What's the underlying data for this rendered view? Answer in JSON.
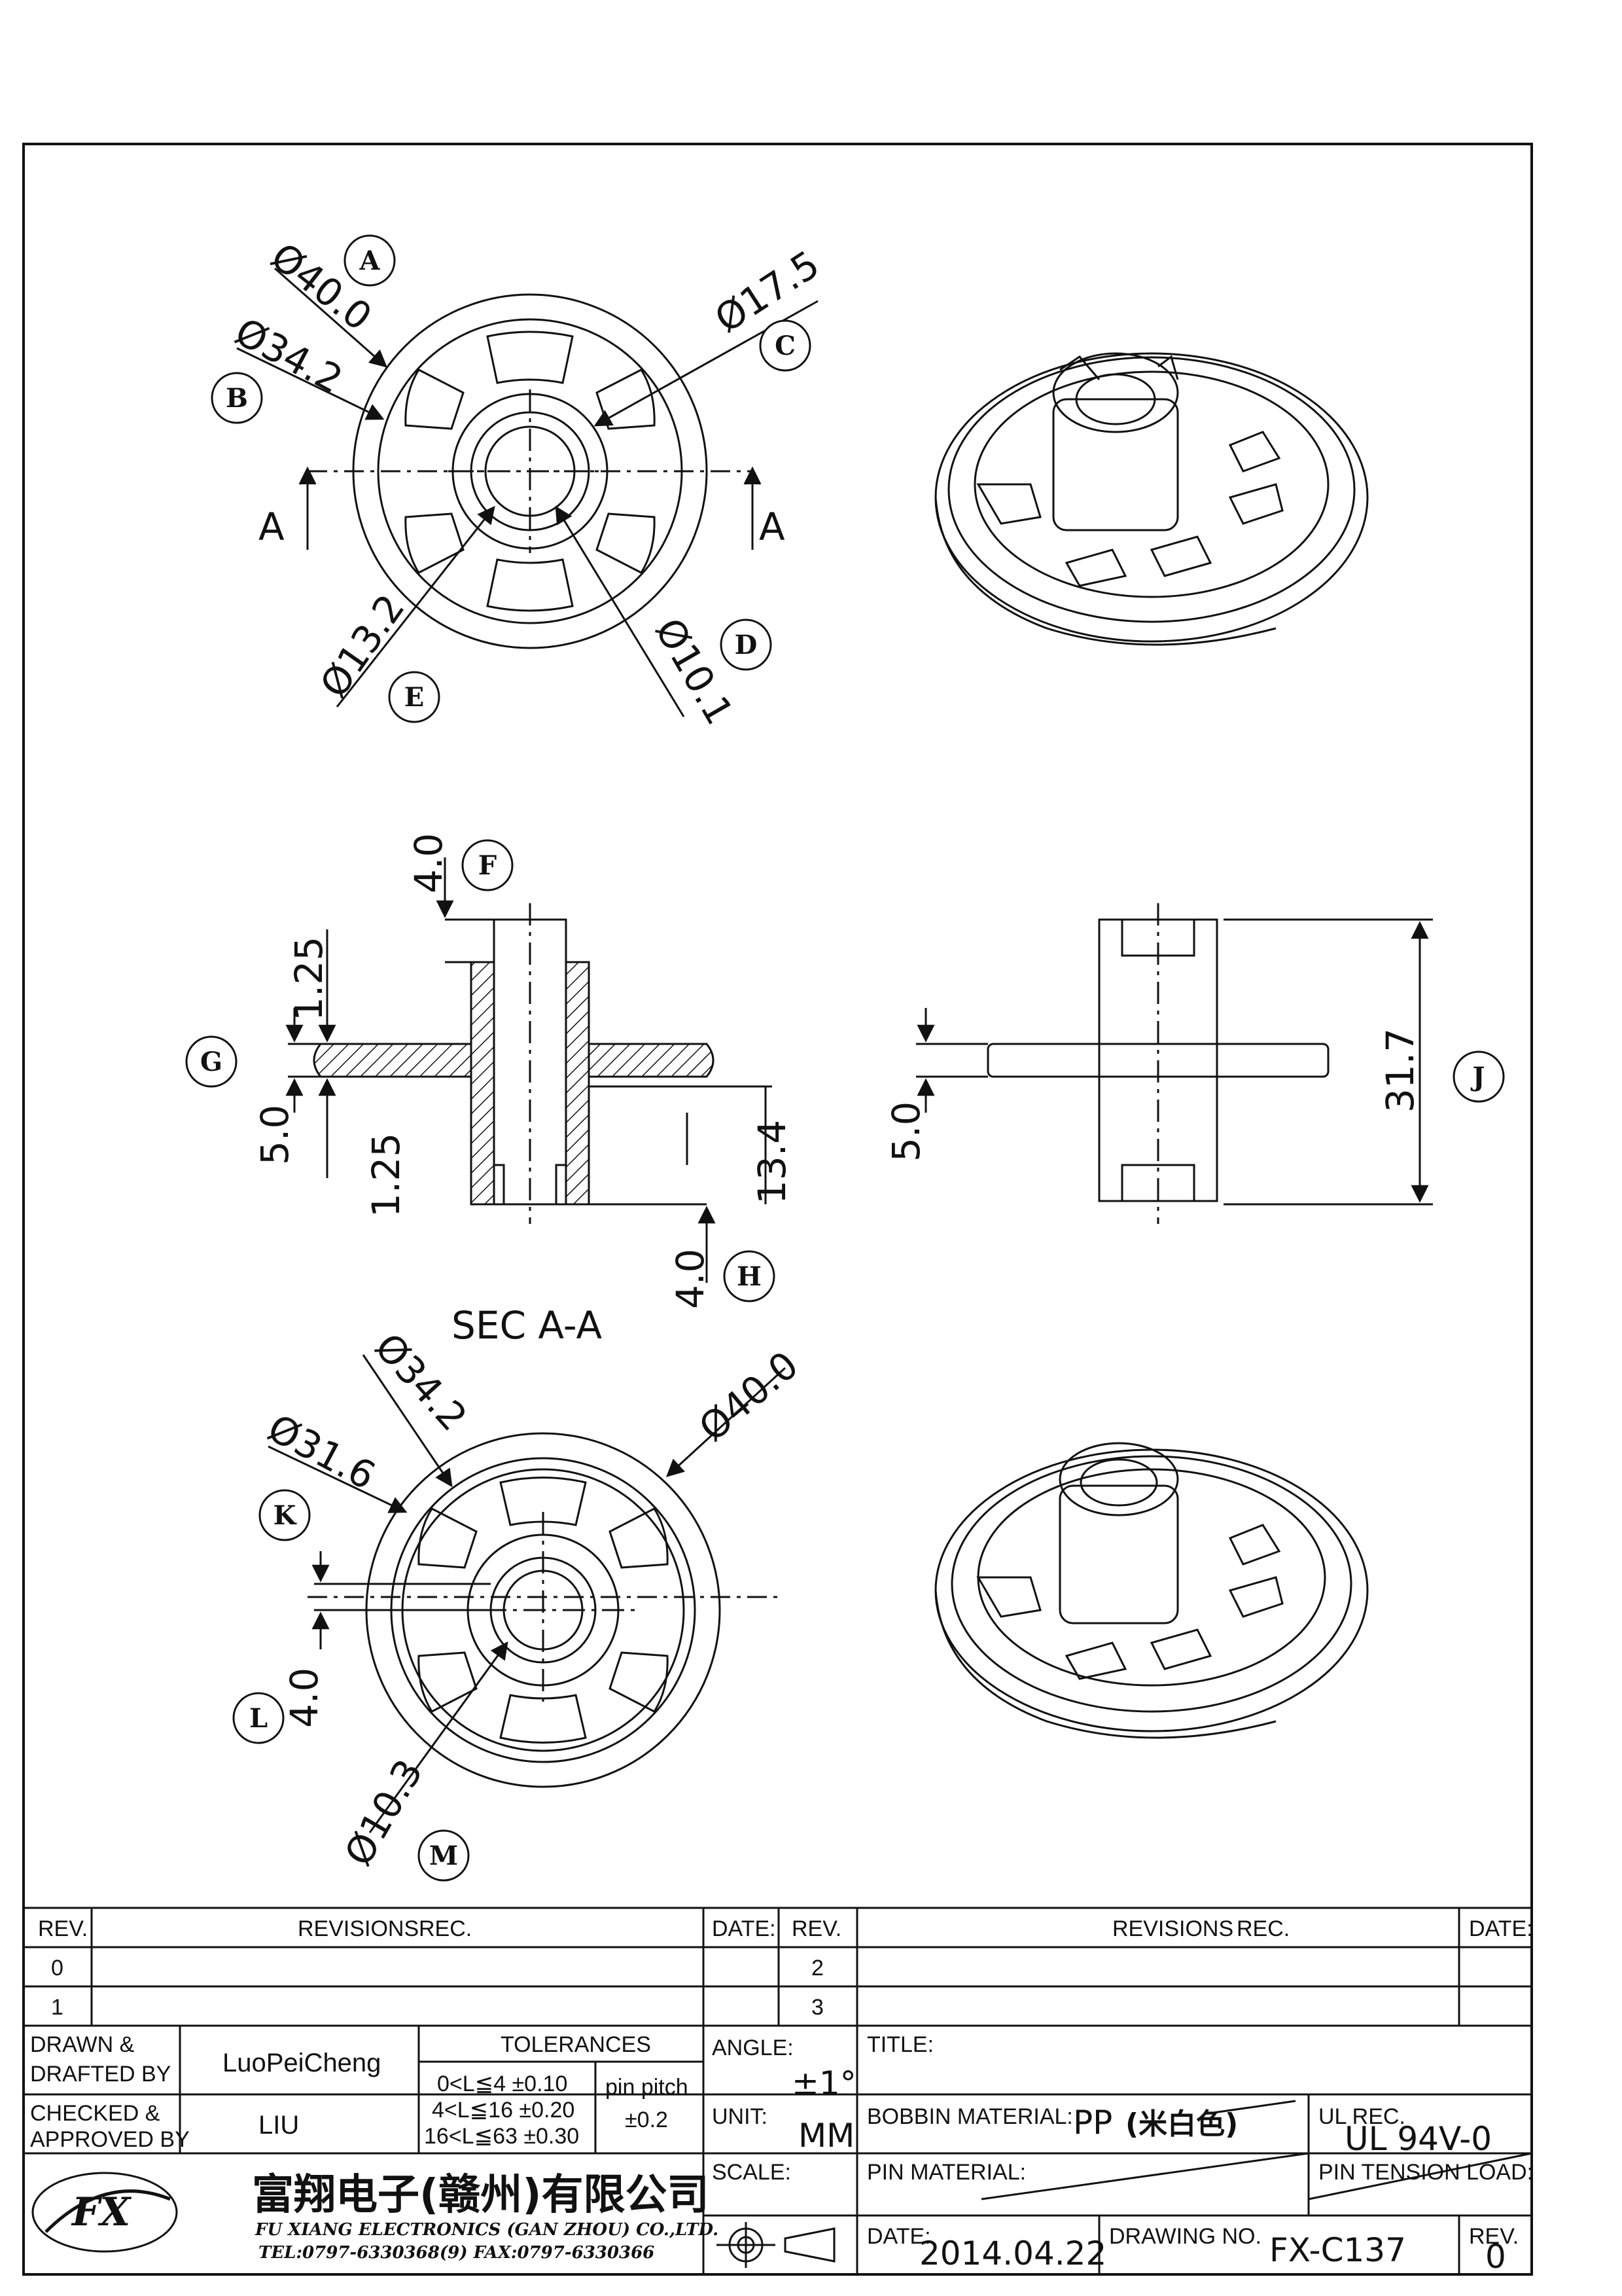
{
  "views": {
    "top": {
      "dims": {
        "A": "Ø40.0",
        "B": "Ø34.2",
        "C": "Ø17.5",
        "D": "Ø10.1",
        "E": "Ø13.2"
      },
      "section_marker": "A"
    },
    "section": {
      "title": "SEC A-A",
      "dims": {
        "F": "4.0",
        "G_top": "1.25",
        "G": "5.0",
        "G_bottom": "1.25",
        "H": "4.0",
        "height_13": "13.4"
      }
    },
    "side": {
      "dims": {
        "J": "31.7",
        "flange": "5.0"
      }
    },
    "bottom": {
      "dims": {
        "d342": "Ø34.2",
        "K": "Ø31.6",
        "d400": "Ø40.0",
        "L": "4.0",
        "M": "Ø10.3"
      }
    }
  },
  "callouts": [
    "A",
    "B",
    "C",
    "D",
    "E",
    "F",
    "G",
    "H",
    "J",
    "K",
    "L",
    "M"
  ],
  "title_block": {
    "rev_header": "REV.",
    "revisions_header": "REVISIONS",
    "rec_header": "REC.",
    "date_header": "DATE:",
    "rev_rows_left": [
      "0",
      "1"
    ],
    "rev_rows_right": [
      "2",
      "3"
    ],
    "drawn_label": [
      "DRAWN  &",
      "DRAFTED  BY"
    ],
    "drawn_value": "LuoPeiCheng",
    "checked_label": [
      "CHECKED  &",
      "APPROVED  BY"
    ],
    "checked_value": "LIU",
    "tolerances_header": "TOLERANCES",
    "tolerances": [
      "0<L≦4    ±0.10",
      "4<L≦16  ±0.20",
      "16<L≦63  ±0.30"
    ],
    "pin_pitch_label": "pin  pitch",
    "pin_pitch_value": "±0.2",
    "angle_label": "ANGLE:",
    "angle_value": "±1°",
    "unit_label": "UNIT:",
    "unit_value": "MM",
    "scale_label": "SCALE:",
    "title_label": "TITLE:",
    "bobbin_label": "BOBBIN  MATERIAL:",
    "bobbin_value": "PP",
    "bobbin_value_cn": "(米白色)",
    "ul_label": "UL  REC.",
    "ul_value": "UL  94V-0",
    "pin_material_label": "PIN  MATERIAL:",
    "pin_tension_label": "PIN  TENSION  LOAD:",
    "date_label": "DATE:",
    "date_value": "2014.04.22",
    "drawing_no_label": "DRAWING  NO.",
    "drawing_no_value": "FX-C137",
    "rev_label": "REV.",
    "rev_value": "0",
    "company_cn": "富翔电子(赣州)有限公司",
    "company_en": "FU XIANG ELECTRONICS (GAN ZHOU) CO.,LTD.",
    "company_contact": "TEL:0797-6330368(9)    FAX:0797-6330366",
    "logo_text": "FX"
  },
  "colors": {
    "ink": "#111111",
    "paper": "#ffffff"
  }
}
